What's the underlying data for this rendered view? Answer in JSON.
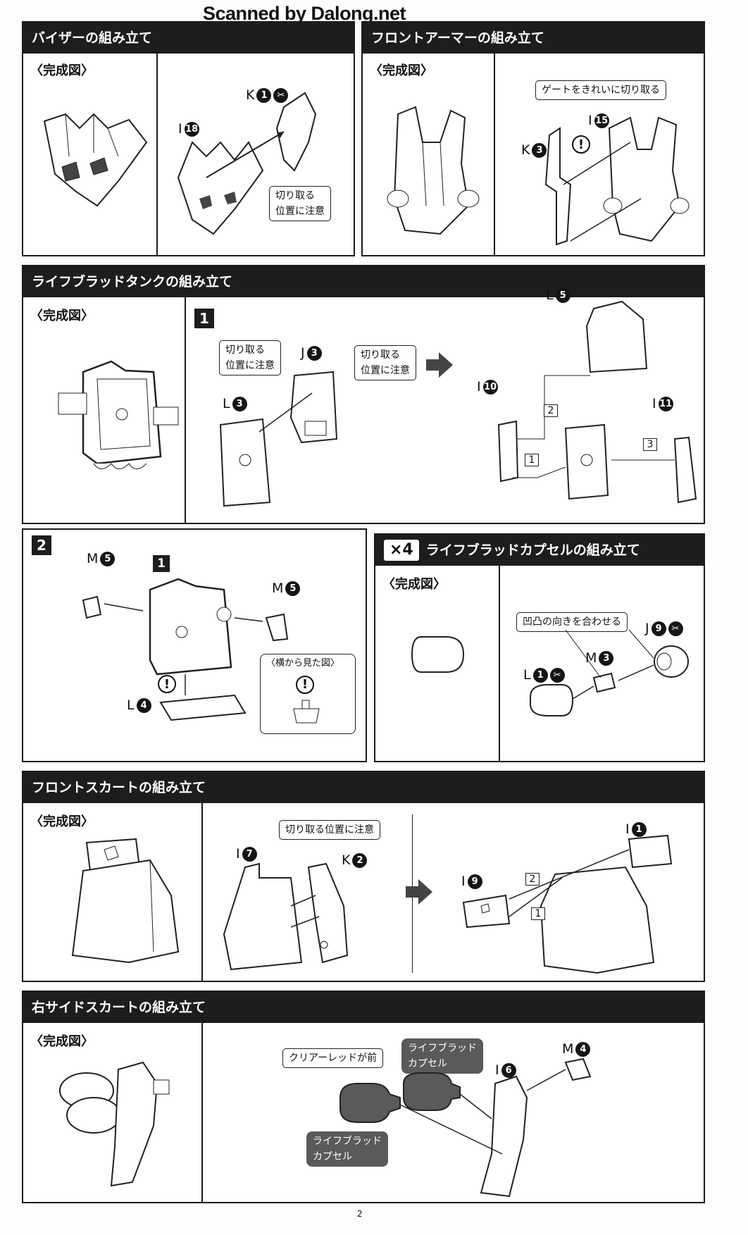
{
  "watermark": "Scanned by Dalong.net",
  "sections": {
    "visor": {
      "title": "バイザーの組み立て",
      "completed": "〈完成図〉",
      "parts": {
        "k": "K",
        "k_num": "1",
        "i": "I",
        "i_num": "18"
      },
      "callout": [
        "切り取る",
        "位置に注意"
      ]
    },
    "front_armor": {
      "title": "フロントアーマーの組み立て",
      "completed": "〈完成図〉",
      "callout": "ゲートをきれいに切り取る",
      "parts": {
        "k": "K",
        "k_num": "3",
        "i": "I",
        "i_num": "15"
      }
    },
    "tank": {
      "title": "ライフブラッドタンクの組み立て",
      "completed": "〈完成図〉",
      "step": "1",
      "callout_left": [
        "切り取る",
        "位置に注意"
      ],
      "callout_right": [
        "切り取る",
        "位置に注意"
      ],
      "parts": {
        "j": "J",
        "j_num": "3",
        "l": "L",
        "l_num": "3",
        "l2": "L",
        "l2_num": "5",
        "i1": "I",
        "i1_num": "10",
        "i2": "I",
        "i2_num": "11"
      },
      "seq": [
        "1",
        "2",
        "3"
      ]
    },
    "tank2": {
      "step": "2",
      "sub": "1",
      "parts": {
        "m_left": "M",
        "m_left_num": "5",
        "m_right": "M",
        "m_right_num": "5",
        "l": "L",
        "l_num": "4"
      },
      "side_view": "〈横から見た図〉"
    },
    "capsule": {
      "multiplier": "×4",
      "title": "ライフブラッドカプセルの組み立て",
      "completed": "〈完成図〉",
      "callout": "凹凸の向きを合わせる",
      "parts": {
        "j": "J",
        "j_num": "9",
        "m": "M",
        "m_num": "3",
        "l": "L",
        "l_num": "1"
      }
    },
    "front_skirt": {
      "title": "フロントスカートの組み立て",
      "completed": "〈完成図〉",
      "callout": "切り取る位置に注意",
      "parts": {
        "i7": "I",
        "i7_num": "7",
        "k": "K",
        "k_num": "2",
        "i1": "I",
        "i1_num": "1",
        "i9": "I",
        "i9_num": "9"
      },
      "seq": [
        "2",
        "1"
      ]
    },
    "right_skirt": {
      "title": "右サイドスカートの組み立て",
      "completed": "〈完成図〉",
      "callout_red": "クリアーレッドが前",
      "callout_capsule_top": [
        "ライフブラッド",
        "カプセル"
      ],
      "callout_capsule_bottom": [
        "ライフブラッド",
        "カプセル"
      ],
      "parts": {
        "m": "M",
        "m_num": "4",
        "i": "I",
        "i_num": "6"
      }
    }
  },
  "page_number": "2",
  "icons": {
    "warning": "!",
    "cut": "✂"
  }
}
